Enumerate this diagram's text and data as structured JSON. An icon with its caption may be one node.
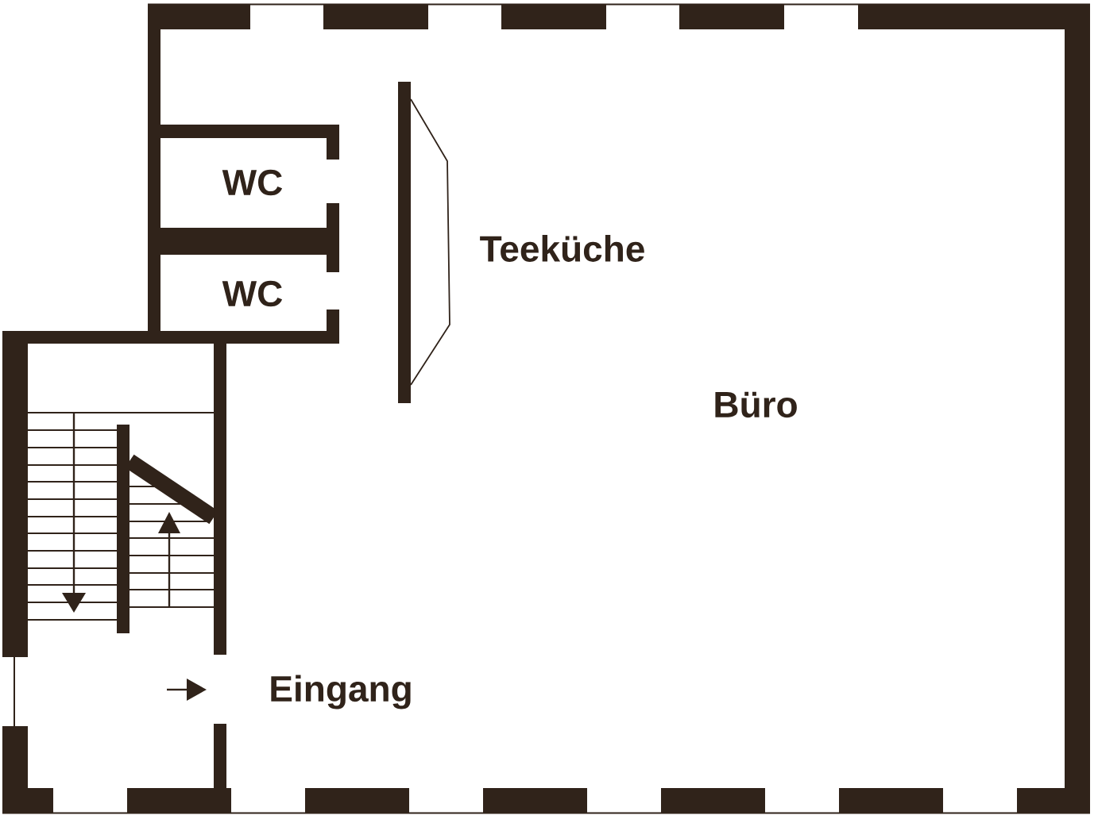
{
  "diagram": {
    "labels": [
      "WC",
      "Teeküche",
      "WC",
      "Büro",
      "Eingang"
    ]
  }
}
